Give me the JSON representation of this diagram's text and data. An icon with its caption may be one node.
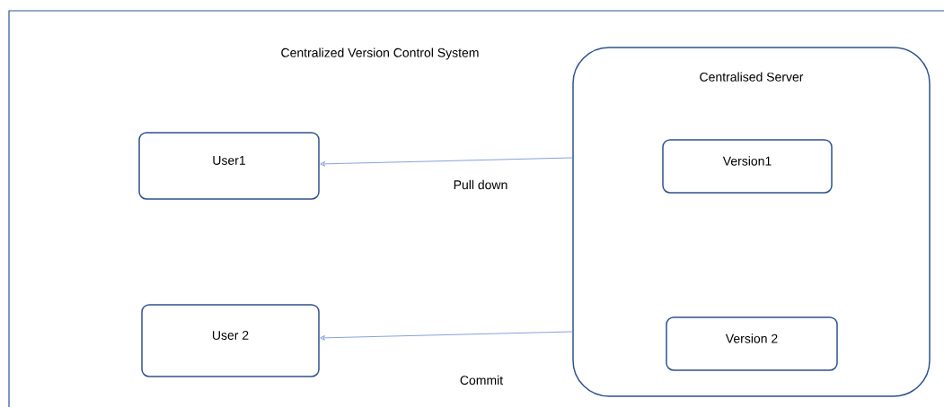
{
  "diagram": {
    "title": "Centralized Version Control System",
    "nodes": [
      {
        "text": [
          "Centralised Server"
        ]
      },
      {
        "text": [
          "Version1"
        ],
        "in": 0
      },
      {
        "text": [
          "Version 2"
        ],
        "in": 0
      },
      {
        "text": [
          "User1"
        ]
      },
      {
        "text": [
          "User 2"
        ]
      }
    ],
    "edges": [
      {
        "from": 0,
        "to": 3,
        "arrow": "to",
        "label": "Pull down"
      },
      {
        "from": 0,
        "to": 4,
        "arrow": "to",
        "label": "Commit"
      }
    ]
  }
}
